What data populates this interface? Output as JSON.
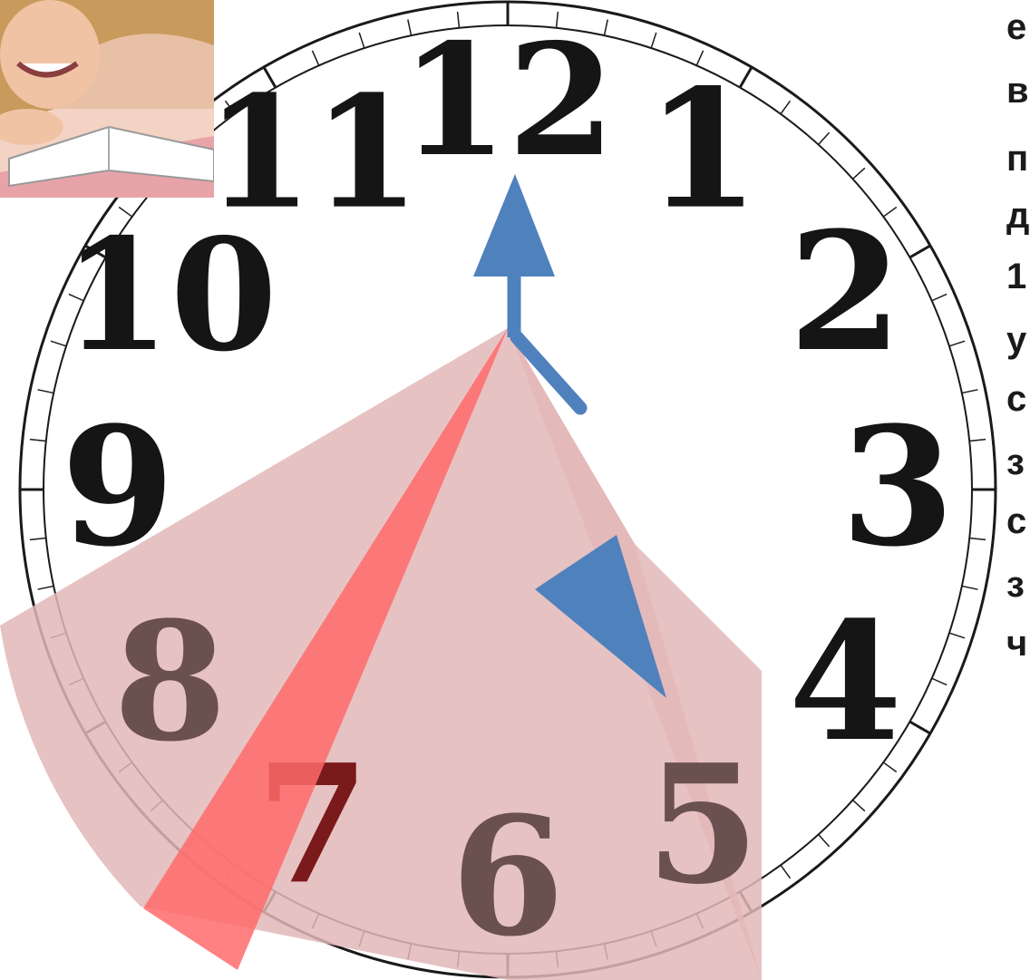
{
  "clock": {
    "numerals": [
      "12",
      "1",
      "2",
      "3",
      "4",
      "5",
      "6",
      "7",
      "8",
      "9",
      "10",
      "11"
    ],
    "highlighted_numerals": [
      "5",
      "6",
      "7",
      "8"
    ]
  },
  "side_text": {
    "lines": [
      "е",
      "в",
      "п",
      "д",
      "1",
      "у",
      "с",
      "з",
      "с",
      "з",
      "ч"
    ]
  },
  "colors": {
    "hand": "#4f81bd",
    "shaded_sector": "#e3b7b7",
    "red_wedge": "#ff6b6b",
    "numeral": "#151515",
    "numeral_shaded": "#6b5050",
    "numeral_7": "#7a1a1a"
  },
  "icons": {
    "photo": "girl-reading-book-photo"
  }
}
